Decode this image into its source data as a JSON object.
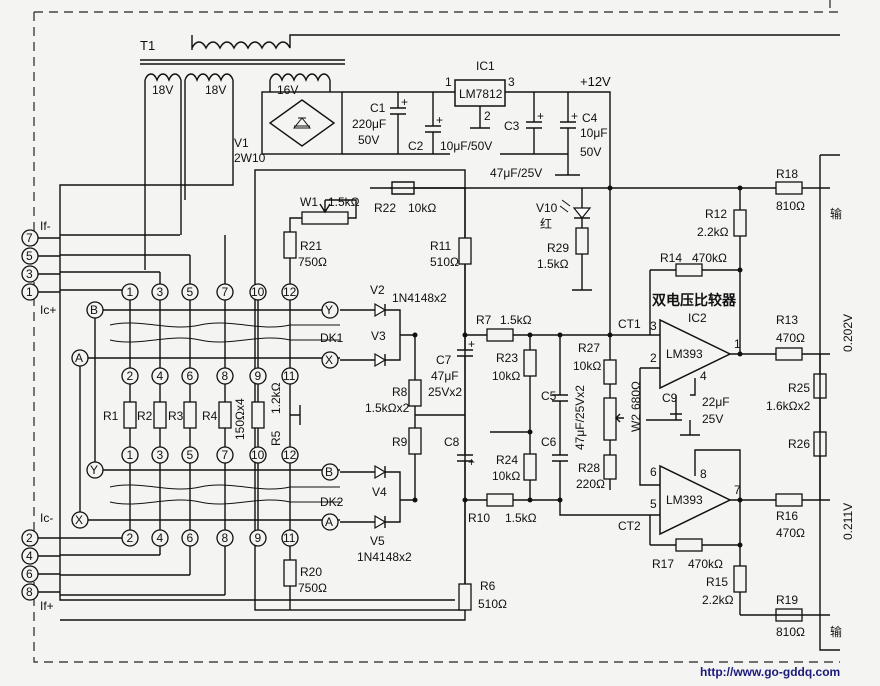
{
  "transformer": {
    "label": "T1",
    "sec1": "18V",
    "sec2": "18V",
    "sec3": "16V"
  },
  "bridge": {
    "label": "V1",
    "value": "2W10"
  },
  "regulator": {
    "label": "IC1",
    "part": "LM7812",
    "pin_in": "1",
    "pin_gnd": "2",
    "pin_out": "3",
    "supply": "+12V"
  },
  "capacitors": {
    "c1": {
      "label": "C1",
      "value": "220μF",
      "volt": "50V"
    },
    "c2": {
      "label": "C2",
      "value": "10μF/50V"
    },
    "c3": {
      "label": "C3",
      "value": "47μF/25V"
    },
    "c4": {
      "label": "C4",
      "value": "10μF",
      "volt": "50V"
    },
    "c5": {
      "label": "C5"
    },
    "c6": {
      "label": "C6",
      "value": "47μF/25Vx2"
    },
    "c7": {
      "label": "C7",
      "value": "47μF",
      "volt": "25Vx2"
    },
    "c8": {
      "label": "C8"
    },
    "c9": {
      "label": "C9",
      "value": "22μF",
      "volt": "25V"
    }
  },
  "resistors": {
    "w1": {
      "label": "W1",
      "value": "1.5kΩ"
    },
    "r22": {
      "label": "R22",
      "value": "10kΩ"
    },
    "r21": {
      "label": "R21",
      "value": "750Ω"
    },
    "r11": {
      "label": "R11",
      "value": "510Ω"
    },
    "r29": {
      "label": "R29",
      "value": "1.5kΩ"
    },
    "r12": {
      "label": "R12",
      "value": "2.2kΩ"
    },
    "r14": {
      "label": "R14",
      "value": "470kΩ"
    },
    "r18": {
      "label": "R18",
      "value": "810Ω"
    },
    "r7": {
      "label": "R7",
      "value": "1.5kΩ"
    },
    "r23": {
      "label": "R23",
      "value": "10kΩ"
    },
    "r27": {
      "label": "R27",
      "value": "10kΩ"
    },
    "r8": {
      "label": "R8",
      "value": "1.5kΩx2"
    },
    "r9": {
      "label": "R9"
    },
    "r24": {
      "label": "R24",
      "value": "10kΩ"
    },
    "r28": {
      "label": "R28",
      "value": "220Ω"
    },
    "w2": {
      "label": "W2",
      "value": "680Ω"
    },
    "r10": {
      "label": "R10",
      "value": "1.5kΩ"
    },
    "r13": {
      "label": "R13",
      "value": "470Ω"
    },
    "r25": {
      "label": "R25",
      "value": "1.6kΩx2"
    },
    "r26": {
      "label": "R26"
    },
    "r16": {
      "label": "R16",
      "value": "470Ω"
    },
    "r17": {
      "label": "R17",
      "value": "470kΩ"
    },
    "r15": {
      "label": "R15",
      "value": "2.2kΩ"
    },
    "r19": {
      "label": "R19",
      "value": "810Ω"
    },
    "r20": {
      "label": "R20",
      "value": "750Ω"
    },
    "r6": {
      "label": "R6",
      "value": "510Ω"
    },
    "r5": {
      "label": "R5",
      "value": "1.2kΩ"
    },
    "r_array": {
      "value": "150Ωx4"
    },
    "r1": {
      "label": "R1"
    },
    "r2": {
      "label": "R2"
    },
    "r3": {
      "label": "R3"
    },
    "r4": {
      "label": "R4"
    }
  },
  "diodes": {
    "v2": {
      "label": "V2",
      "value": "1N4148x2"
    },
    "v3": {
      "label": "V3"
    },
    "v4": {
      "label": "V4"
    },
    "v5": {
      "label": "V5",
      "value": "1N4148x2"
    },
    "v10": {
      "label": "V10",
      "color": "红"
    }
  },
  "comparator": {
    "title": "双电压比较器",
    "label": "IC2",
    "part_a": "LM393",
    "part_b": "LM393",
    "pin1": "1",
    "pin2": "2",
    "pin3": "3",
    "pin4": "4",
    "pin5": "5",
    "pin6": "6",
    "pin7": "7",
    "pin8": "8",
    "ct1": "CT1",
    "ct2": "CT2"
  },
  "relays": {
    "dk1": "DK1",
    "dk2": "DK2"
  },
  "external_terminals": {
    "t7": "7",
    "t5": "5",
    "t3": "3",
    "t1": "1",
    "t2": "2",
    "t4": "4",
    "t6": "6",
    "t8": "8",
    "if_minus": "If-",
    "ic_plus": "Ic+",
    "ic_minus": "Ic-",
    "if_plus": "If+"
  },
  "letter_nodes": {
    "b": "B",
    "a": "A",
    "y": "Y",
    "x": "X"
  },
  "dk_pins_top": [
    "1",
    "3",
    "5",
    "7",
    "10",
    "12"
  ],
  "dk_pins_mid": [
    "2",
    "4",
    "6",
    "8",
    "9",
    "11"
  ],
  "dk_pins_bottom": [
    "1",
    "3",
    "5",
    "7",
    "10",
    "12"
  ],
  "dk2_pins_bottom": [
    "2",
    "4",
    "6",
    "8",
    "9",
    "11"
  ],
  "right_edge": {
    "v_top": "0.202V",
    "v_bottom": "0.211V",
    "side_top": "输",
    "side_bottom": "输"
  },
  "watermark": "http://www.go-gddq.com"
}
